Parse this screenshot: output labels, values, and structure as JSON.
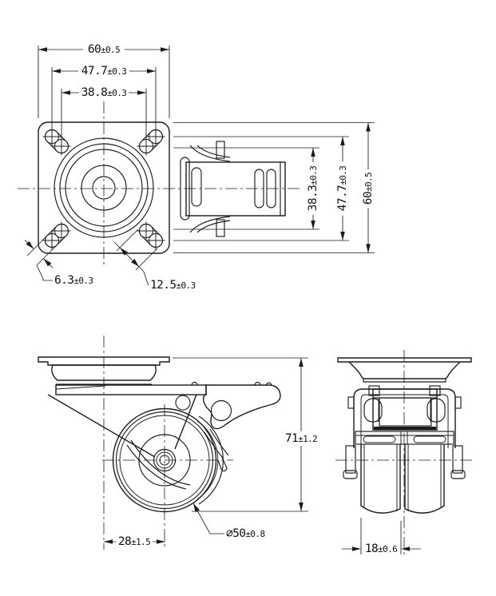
{
  "drawing": {
    "type": "technical-drawing",
    "subject": "twin-wheel swivel plate caster with brake - three orthographic views",
    "background_color": "#ffffff",
    "line_color": "#1b1b1b",
    "views": {
      "top": {
        "name": "top view (mounting plate)",
        "dims": {
          "overall_width": {
            "value": "60",
            "tol": "±0.5"
          },
          "bolt_spacing_outer": {
            "value": "47.7",
            "tol": "±0.3"
          },
          "bolt_spacing_inner": {
            "value": "38.8",
            "tol": "±0.3"
          },
          "slot_width": {
            "value": "6.3",
            "tol": "±0.3"
          },
          "slot_length": {
            "value": "12.5",
            "tol": "±0.3"
          },
          "bracket_height": {
            "value": "38.3",
            "tol": "±0.3"
          },
          "bolt_spacing_vertical": {
            "value": "47.7",
            "tol": "±0.3"
          },
          "overall_depth": {
            "value": "60",
            "tol": "±0.5"
          }
        }
      },
      "side": {
        "name": "side view (swivel + brake lever)",
        "dims": {
          "overall_height": {
            "value": "71",
            "tol": "±1.2"
          },
          "swivel_offset": {
            "value": "28",
            "tol": "±1.5"
          },
          "wheel_diameter": {
            "value": "⌀50",
            "tol": "±0.8"
          }
        }
      },
      "front": {
        "name": "front view (twin wheels)",
        "dims": {
          "wheel_width": {
            "value": "18",
            "tol": "±0.6"
          }
        }
      }
    }
  }
}
